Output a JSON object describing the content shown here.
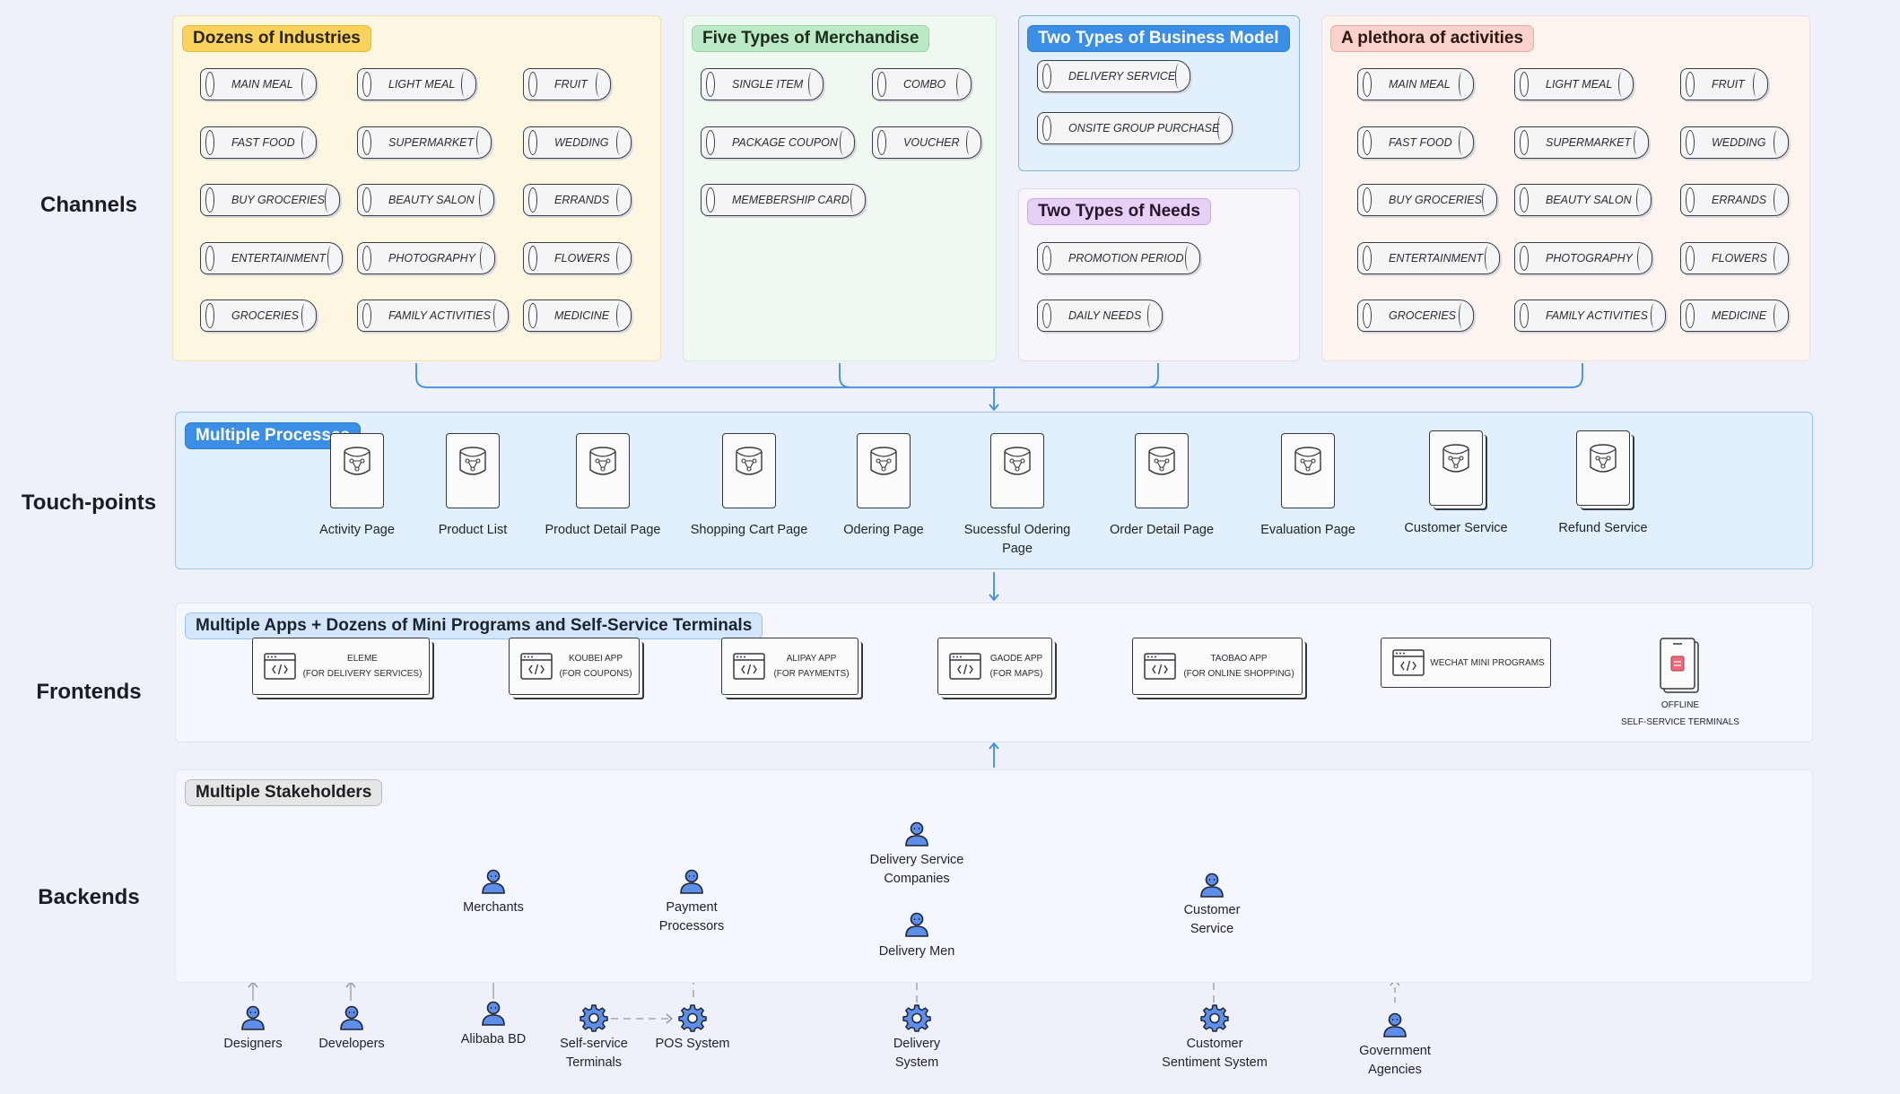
{
  "rows": [
    "Channels",
    "Touch-points",
    "Frontends",
    "Backends"
  ],
  "channels": {
    "industries_title": "Dozens of Industries",
    "industries": [
      "MAIN MEAL",
      "LIGHT MEAL",
      "FRUIT",
      "FAST FOOD",
      "SUPERMARKET",
      "WEDDING",
      "BUY GROCERIES",
      "BEAUTY SALON",
      "ERRANDS",
      "ENTERTAINMENT",
      "PHOTOGRAPHY",
      "FLOWERS",
      "GROCERIES",
      "FAMILY ACTIVITIES",
      "MEDICINE"
    ],
    "merch_title": "Five Types of Merchandise",
    "merch": [
      "SINGLE ITEM",
      "COMBO",
      "PACKAGE COUPON",
      "VOUCHER",
      "MEMEBERSHIP CARD"
    ],
    "model_title": "Two Types of Business Model",
    "models": [
      "DELIVERY SERVICE",
      "ONSITE GROUP PURCHASE"
    ],
    "needs_title": "Two Types of Needs",
    "needs": [
      "PROMOTION PERIOD",
      "DAILY NEEDS"
    ],
    "activities_title": "A plethora of activities",
    "activities": [
      "MAIN MEAL",
      "LIGHT MEAL",
      "FRUIT",
      "FAST FOOD",
      "SUPERMARKET",
      "WEDDING",
      "BUY GROCERIES",
      "BEAUTY SALON",
      "ERRANDS",
      "ENTERTAINMENT",
      "PHOTOGRAPHY",
      "FLOWERS",
      "GROCERIES",
      "FAMILY ACTIVITIES",
      "MEDICINE"
    ]
  },
  "touchpoints": {
    "title": "Multiple Processes",
    "pages": [
      {
        "label": "Activity Page"
      },
      {
        "label": "Product List"
      },
      {
        "label": "Product Detail Page"
      },
      {
        "label": "Shopping Cart Page"
      },
      {
        "label": "Odering Page"
      },
      {
        "label": "Sucessful Odering Page"
      },
      {
        "label": "Order Detail Page"
      },
      {
        "label": "Evaluation Page"
      },
      {
        "label": "Customer Service"
      },
      {
        "label": "Refund Service"
      }
    ]
  },
  "frontends": {
    "title": "Multiple Apps + Dozens of Mini Programs and Self-Service Terminals",
    "apps": [
      {
        "name": "ELEME",
        "sub": "(FOR DELIVERY SERVICES)"
      },
      {
        "name": "KOUBEI APP",
        "sub": "(FOR COUPONS)"
      },
      {
        "name": "ALIPAY APP",
        "sub": "(FOR PAYMENTS)"
      },
      {
        "name": "GAODE APP",
        "sub": "(FOR MAPS)"
      },
      {
        "name": "TAOBAO APP",
        "sub": "(FOR ONLINE SHOPPING)"
      },
      {
        "name": "WECHAT MINI PROGRAMS",
        "sub": ""
      }
    ],
    "terminal": {
      "name": "OFFLINE",
      "sub": "SELF-SERVICE TERMINALS"
    }
  },
  "backends": {
    "title": "Multiple Stakeholders",
    "nodes": {
      "merchants": "Merchants",
      "payment": "Payment Processors",
      "delivery_companies": "Delivery Service Companies",
      "delivery_men": "Delivery Men",
      "customer_service": "Customer Service",
      "designers": "Designers",
      "developers": "Developers",
      "alibaba_bd": "Alibaba BD",
      "self_service": "Self-service Terminals",
      "pos": "POS System",
      "delivery_system": "Delivery System",
      "sentiment": "Customer Sentiment System",
      "government": "Government Agencies"
    }
  },
  "colors": {
    "background": "#eef1f9",
    "accent_blue": "#3a8ee6",
    "industries_bg": "#fdf7e1",
    "industries_tag": "#fbd35c",
    "merch_bg": "#f0f9f1",
    "merch_tag": "#bdeac6",
    "model_bg": "#e2effd",
    "needs_bg": "#f9f5fc",
    "needs_tag": "#e6d0f5",
    "activities_bg": "#fdf3ef",
    "activities_tag": "#fbd2cb",
    "stakeholder_tag": "#e4e5e7",
    "icon_fill": "#5d8eea"
  }
}
